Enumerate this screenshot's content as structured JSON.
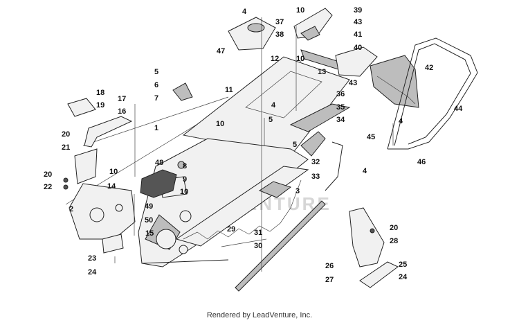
{
  "footer_text": "Rendered by LeadVenture, Inc.",
  "watermark_text": "ADVENTURE",
  "callouts": [
    "1",
    "2",
    "3",
    "4",
    "5",
    "6",
    "7",
    "8",
    "9",
    "10",
    "11",
    "12",
    "13",
    "14",
    "15",
    "16",
    "17",
    "18",
    "19",
    "20",
    "21",
    "22",
    "23",
    "24",
    "25",
    "26",
    "27",
    "28",
    "29",
    "30",
    "31",
    "32",
    "33",
    "34",
    "35",
    "36",
    "37",
    "38",
    "39",
    "40",
    "41",
    "42",
    "43",
    "44",
    "45",
    "46",
    "47",
    "48",
    "49",
    "50"
  ]
}
